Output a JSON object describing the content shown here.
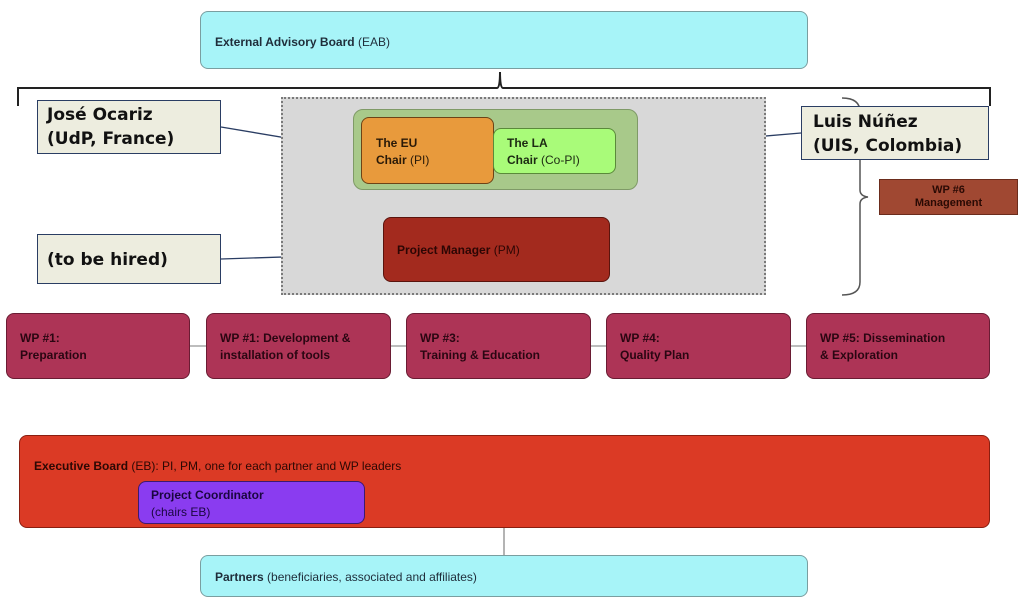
{
  "eab": {
    "bold": "External Advisory Board",
    "rest": " (EAB)"
  },
  "eu_chair": {
    "line1": "The EU",
    "line2": "Chair",
    "rest": " (PI)"
  },
  "la_chair": {
    "line1": "The LA",
    "line2": "Chair",
    "rest": " (Co-PI)"
  },
  "pm": {
    "bold": "Project Manager",
    "rest": " (PM)"
  },
  "notes": {
    "eu_person": {
      "line1": "José Ocariz",
      "line2": "(UdP, France)"
    },
    "la_person": {
      "line1": "Luis Núñez",
      "line2": "(UIS, Colombia)"
    },
    "pm_person": {
      "text": "(to be hired)"
    }
  },
  "wp6": {
    "line1": "WP #6",
    "line2": "Management"
  },
  "work_packages": [
    {
      "line1": "WP #1:",
      "line2": "Preparation"
    },
    {
      "line1": "WP #1:  Development &",
      "line2": "installation of tools"
    },
    {
      "line1": "WP #3:",
      "line2": "Training & Education"
    },
    {
      "line1": "WP #4:",
      "line2": "Quality Plan"
    },
    {
      "line1": "WP  #5:  Dissemination",
      "line2": "& Exploration"
    }
  ],
  "eb": {
    "bold": "Executive Board",
    "rest": " (EB): PI, PM, one for each partner and WP leaders"
  },
  "coordinator": {
    "line1": "Project Coordinator",
    "line2": "(chairs EB)"
  },
  "partners": {
    "bold": "Partners",
    "rest": " (beneficiaries, associated and affiliates)"
  },
  "colors": {
    "eab": "#a7f4f8",
    "eu_chair": "#e89a3c",
    "la_chair": "#a9fb79",
    "pm": "#a32a1e",
    "wp": "#ad3456",
    "eb": "#db3a25",
    "coordinator": "#8a3cf0"
  }
}
